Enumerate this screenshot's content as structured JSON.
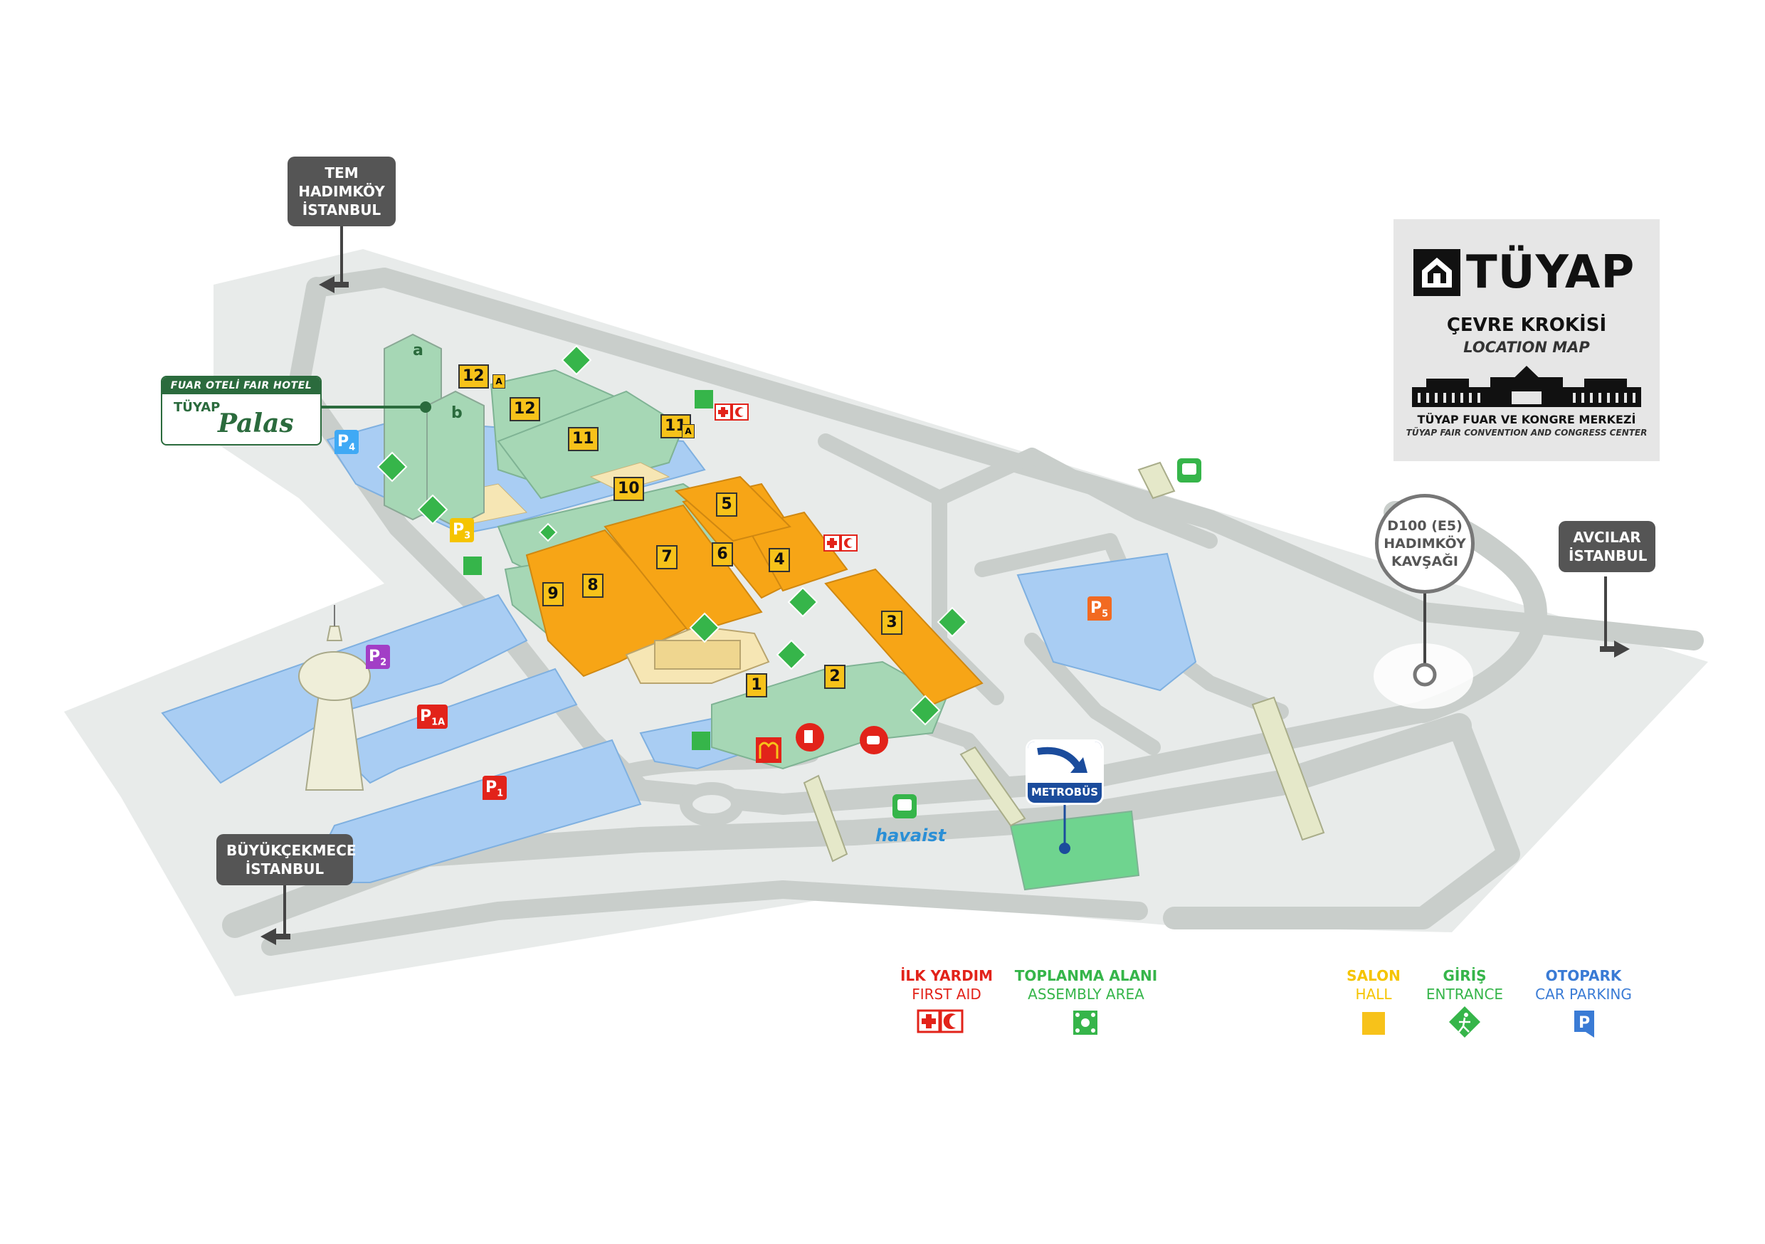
{
  "signs": {
    "tem": [
      "TEM",
      "HADIMKÖY",
      "İSTANBUL"
    ],
    "avcilar": [
      "AVCILAR",
      "İSTANBUL"
    ],
    "buyukcekmece": [
      "BÜYÜKÇEKMECE",
      "İSTANBUL"
    ]
  },
  "junction": [
    "D100 (E5)",
    "HADIMKÖY",
    "KAVŞAĞI"
  ],
  "title_box": {
    "brand": "TÜYAP",
    "title": "ÇEVRE KROKİSİ",
    "subtitle": "LOCATION MAP",
    "center_name": "TÜYAP FUAR VE KONGRE MERKEZİ",
    "center_name_en": "TÜYAP FAIR CONVENTION AND CONGRESS CENTER"
  },
  "hotel": {
    "header_tr": "FUAR OTELİ",
    "header_en": "FAIR HOTEL",
    "brand": "TÜYAP",
    "name": "Palas"
  },
  "halls": [
    "1",
    "2",
    "3",
    "4",
    "6",
    "7",
    "8",
    "9",
    "10",
    "11",
    "11",
    "12",
    "12",
    "5"
  ],
  "hall_sublabels": [
    "A",
    "A"
  ],
  "towers": [
    "a",
    "b"
  ],
  "parkings": [
    {
      "main": "P",
      "sub": "1",
      "color": "#e2231a"
    },
    {
      "main": "P",
      "sub": "1A",
      "color": "#e2231a"
    },
    {
      "main": "P",
      "sub": "2",
      "color": "#a23ec6"
    },
    {
      "main": "P",
      "sub": "3",
      "color": "#f5c400"
    },
    {
      "main": "P",
      "sub": "4",
      "color": "#3fa9f5"
    },
    {
      "main": "P",
      "sub": "5",
      "color": "#f26a21"
    }
  ],
  "metrobus": "METROBÜS",
  "havaist": "havaist",
  "legend": {
    "first_aid": {
      "tr": "İLK YARDIM",
      "en": "FIRST AID",
      "color": "#e2231a"
    },
    "assembly": {
      "tr": "TOPLANMA ALANI",
      "en": "ASSEMBLY AREA",
      "color": "#36b54a"
    },
    "hall": {
      "tr": "SALON",
      "en": "HALL",
      "color": "#f5c400"
    },
    "entrance": {
      "tr": "GİRİŞ",
      "en": "ENTRANCE",
      "color": "#36b54a"
    },
    "parking": {
      "tr": "OTOPARK",
      "en": "CAR PARKING",
      "color": "#3a7bd5"
    }
  },
  "colors": {
    "road": "#c9cecb",
    "ground": "#e8ebea",
    "water": "#a9cdf3",
    "hall_orange": "#f7a516",
    "hall_green": "#a6d7b5",
    "label_yellow": "#f7c21a"
  }
}
